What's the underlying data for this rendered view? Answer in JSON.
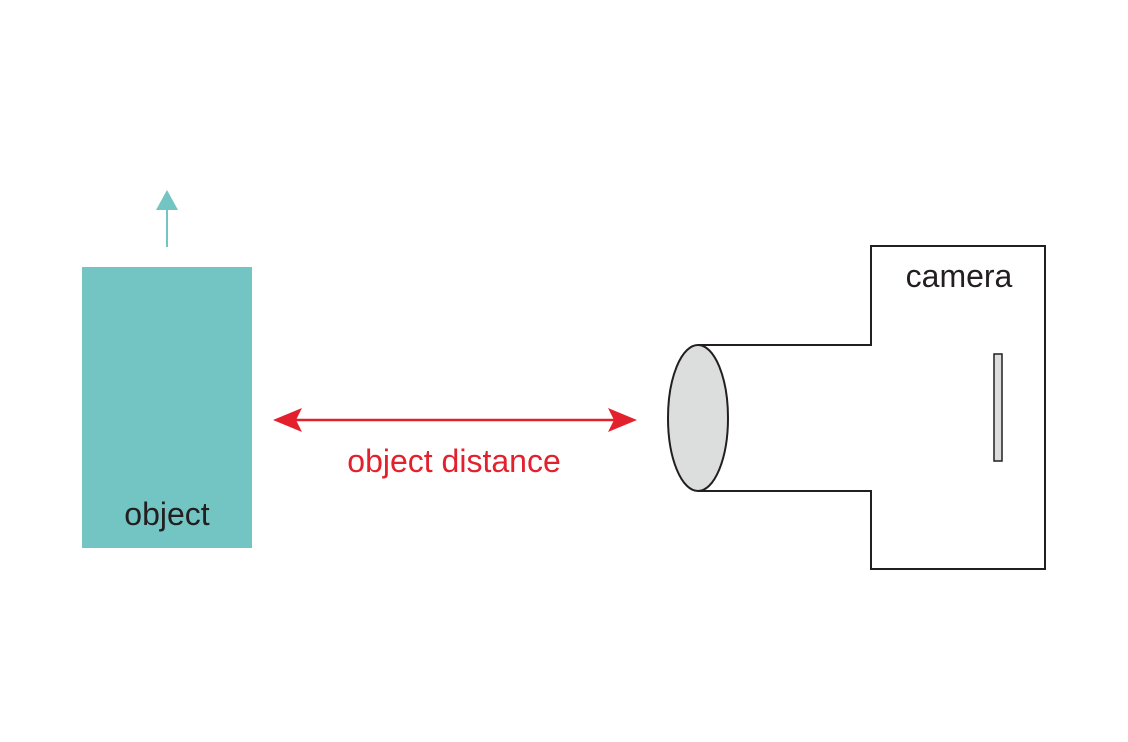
{
  "object": {
    "label": "object",
    "fill_color": "#72c5c3",
    "text_color": "#231f20"
  },
  "distance": {
    "label": "object distance",
    "color": "#e3212d"
  },
  "camera": {
    "label": "camera",
    "stroke_color": "#231f20",
    "lens_fill": "#dcdddd",
    "sensor_fill": "#dcdddd"
  }
}
